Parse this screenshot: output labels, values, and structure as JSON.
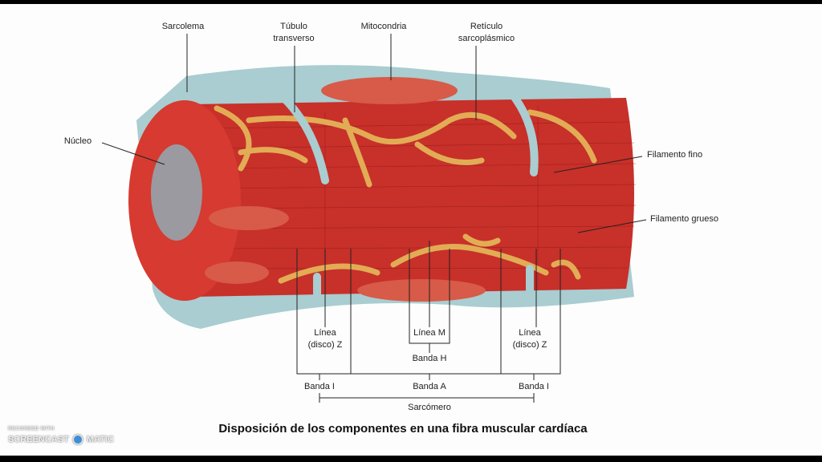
{
  "labels": {
    "sarcolema": "Sarcolema",
    "tubulo_1": "Túbulo",
    "tubulo_2": "transverso",
    "mitocondria": "Mitocondria",
    "reticulo_1": "Retículo",
    "reticulo_2": "sarcoplásmico",
    "nucleo": "Núcleo",
    "filamento_fino": "Filamento fino",
    "filamento_grueso": "Filamento grueso",
    "linea_z_left_1": "Línea",
    "linea_z_left_2": "(disco) Z",
    "linea_m": "Línea M",
    "banda_h": "Banda H",
    "linea_z_right_1": "Línea",
    "linea_z_right_2": "(disco) Z",
    "banda_i_left": "Banda I",
    "banda_a": "Banda A",
    "banda_i_right": "Banda I",
    "sarcomero": "Sarcómero"
  },
  "caption": "Disposición de los componentes en una fibra muscular cardíaca",
  "watermark": {
    "small": "RECORDED WITH",
    "left": "SCREENCAST",
    "right": "MATIC"
  },
  "colors": {
    "muscle": "#c8302a",
    "sheath": "#a9cdd0",
    "reticulum": "#e2ac55",
    "nucleus": "#9a9aa0"
  }
}
